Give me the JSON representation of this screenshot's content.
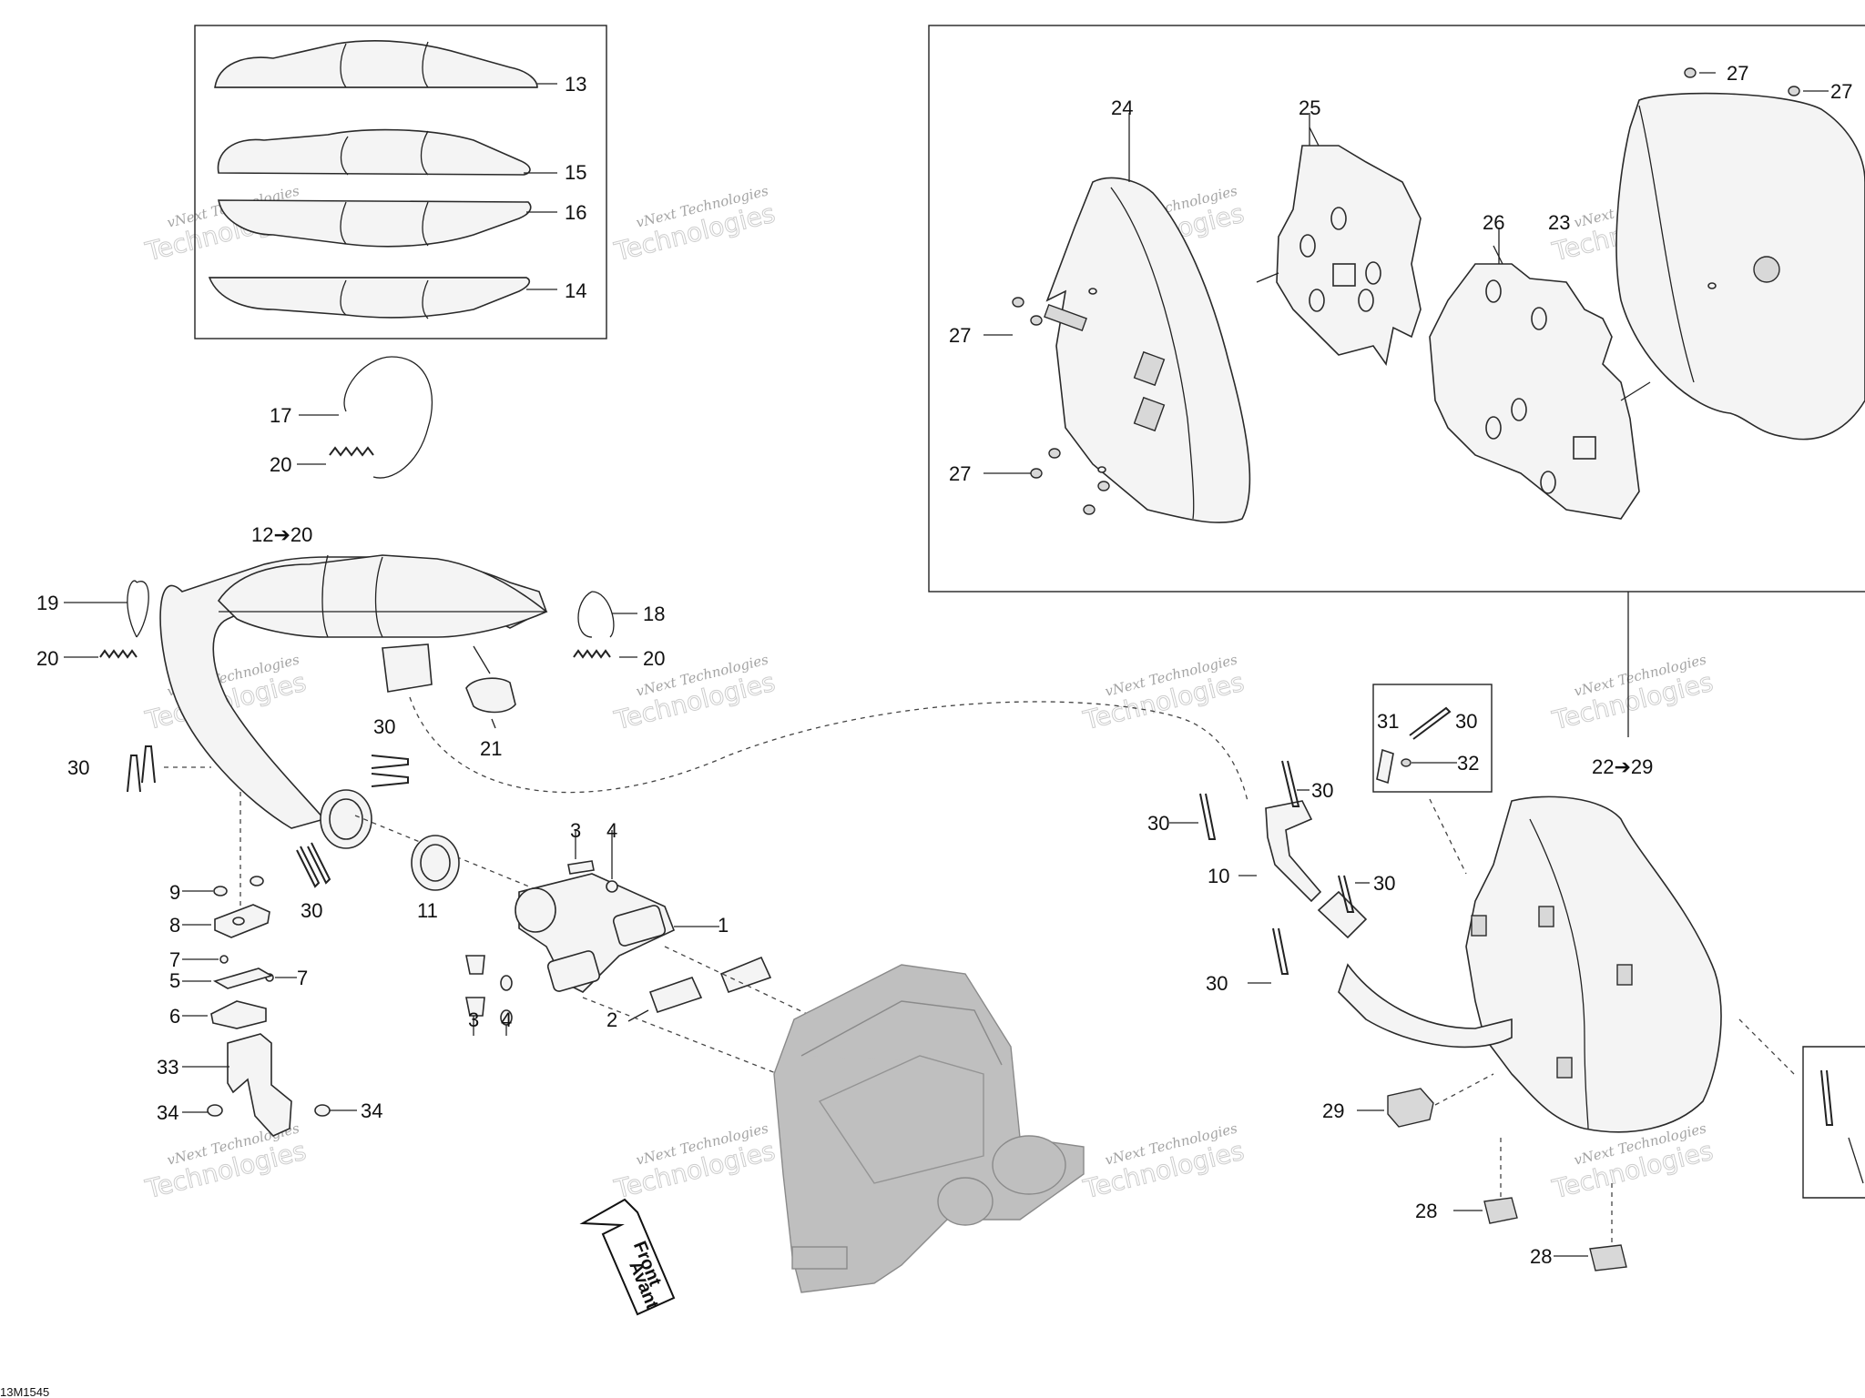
{
  "diagram": {
    "code": "13M1545",
    "front_label": "Front",
    "front_label_fr": "Avant",
    "watermark_line1": "vNext Technologies",
    "watermark_line2": "Technologies"
  },
  "callouts": [
    {
      "id": "c13",
      "text": "13"
    },
    {
      "id": "c15",
      "text": "15"
    },
    {
      "id": "c16",
      "text": "16"
    },
    {
      "id": "c14",
      "text": "14"
    },
    {
      "id": "c17",
      "text": "17"
    },
    {
      "id": "c20a",
      "text": "20"
    },
    {
      "id": "c12",
      "text": "12➔20"
    },
    {
      "id": "c19",
      "text": "19"
    },
    {
      "id": "c20b",
      "text": "20"
    },
    {
      "id": "c18",
      "text": "18"
    },
    {
      "id": "c20c",
      "text": "20"
    },
    {
      "id": "c21",
      "text": "21"
    },
    {
      "id": "c30a",
      "text": "30"
    },
    {
      "id": "c30b",
      "text": "30"
    },
    {
      "id": "c30c",
      "text": "30"
    },
    {
      "id": "c11",
      "text": "11"
    },
    {
      "id": "c3a",
      "text": "3"
    },
    {
      "id": "c4a",
      "text": "4"
    },
    {
      "id": "c1",
      "text": "1"
    },
    {
      "id": "c3b",
      "text": "3"
    },
    {
      "id": "c4b",
      "text": "4"
    },
    {
      "id": "c2",
      "text": "2"
    },
    {
      "id": "c9",
      "text": "9"
    },
    {
      "id": "c8",
      "text": "8"
    },
    {
      "id": "c7a",
      "text": "7"
    },
    {
      "id": "c5",
      "text": "5"
    },
    {
      "id": "c7b",
      "text": "7"
    },
    {
      "id": "c6",
      "text": "6"
    },
    {
      "id": "c33",
      "text": "33"
    },
    {
      "id": "c34a",
      "text": "34"
    },
    {
      "id": "c34b",
      "text": "34"
    },
    {
      "id": "c24",
      "text": "24"
    },
    {
      "id": "c25",
      "text": "25"
    },
    {
      "id": "c26",
      "text": "26"
    },
    {
      "id": "c23",
      "text": "23"
    },
    {
      "id": "c27a",
      "text": "27"
    },
    {
      "id": "c27b",
      "text": "27"
    },
    {
      "id": "c27c",
      "text": "27"
    },
    {
      "id": "c27d",
      "text": "27"
    },
    {
      "id": "c31",
      "text": "31"
    },
    {
      "id": "c30d",
      "text": "30"
    },
    {
      "id": "c32",
      "text": "32"
    },
    {
      "id": "c22",
      "text": "22➔29"
    },
    {
      "id": "c30e",
      "text": "30"
    },
    {
      "id": "c30f",
      "text": "30"
    },
    {
      "id": "c10",
      "text": "10"
    },
    {
      "id": "c30g",
      "text": "30"
    },
    {
      "id": "c30h",
      "text": "30"
    },
    {
      "id": "c29",
      "text": "29"
    },
    {
      "id": "c28a",
      "text": "28"
    },
    {
      "id": "c28b",
      "text": "28"
    }
  ]
}
